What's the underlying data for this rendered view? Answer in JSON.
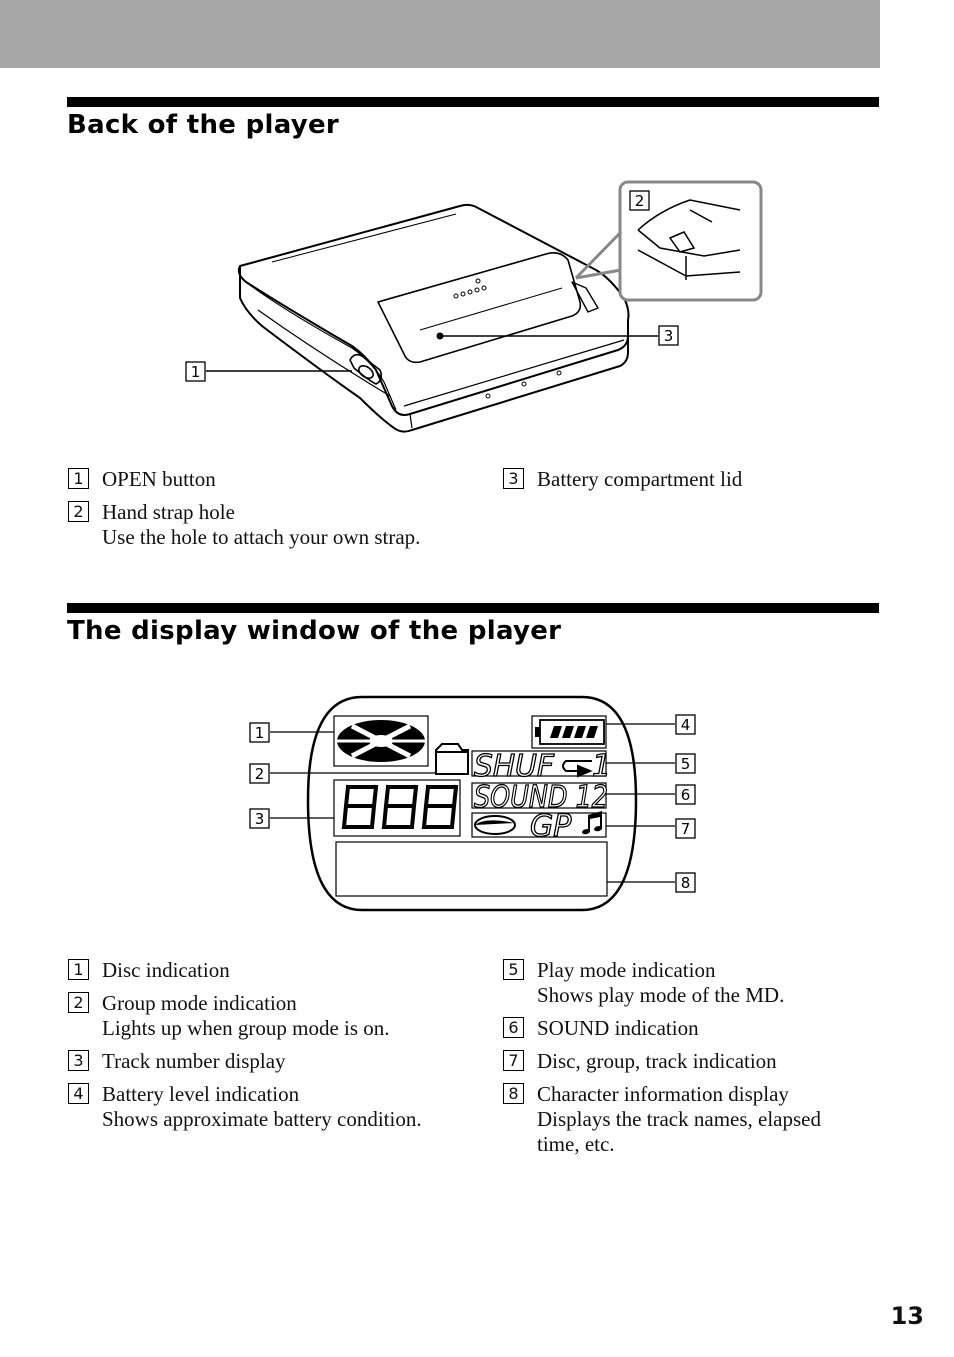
{
  "sections": [
    {
      "title": "Back of the player",
      "callouts": [
        "1",
        "2",
        "3"
      ],
      "items": [
        {
          "num": "1",
          "label": "OPEN button",
          "desc": []
        },
        {
          "num": "2",
          "label": "Hand strap hole",
          "desc": [
            "Use the hole to attach your own strap."
          ]
        },
        {
          "num": "3",
          "label": "Battery compartment lid",
          "desc": []
        }
      ]
    },
    {
      "title": "The display window of the player",
      "callouts": [
        "1",
        "2",
        "3",
        "4",
        "5",
        "6",
        "7",
        "8"
      ],
      "display_text": {
        "shuf": "SHUF",
        "repeat": "1",
        "sound": "SOUND 12",
        "gp": "GP"
      },
      "items": [
        {
          "num": "1",
          "label": "Disc indication",
          "desc": []
        },
        {
          "num": "2",
          "label": "Group mode indication",
          "desc": [
            "Lights up when group mode is on."
          ]
        },
        {
          "num": "3",
          "label": "Track number display",
          "desc": []
        },
        {
          "num": "4",
          "label": "Battery level indication",
          "desc": [
            "Shows approximate battery condition."
          ]
        },
        {
          "num": "5",
          "label": "Play mode indication",
          "desc": [
            "Shows play mode of the MD."
          ]
        },
        {
          "num": "6",
          "label": "SOUND indication",
          "desc": []
        },
        {
          "num": "7",
          "label": "Disc, group, track indication",
          "desc": []
        },
        {
          "num": "8",
          "label": "Character information display",
          "desc": [
            "Displays the track names, elapsed",
            "time, etc."
          ]
        }
      ]
    }
  ],
  "page_number": "13"
}
